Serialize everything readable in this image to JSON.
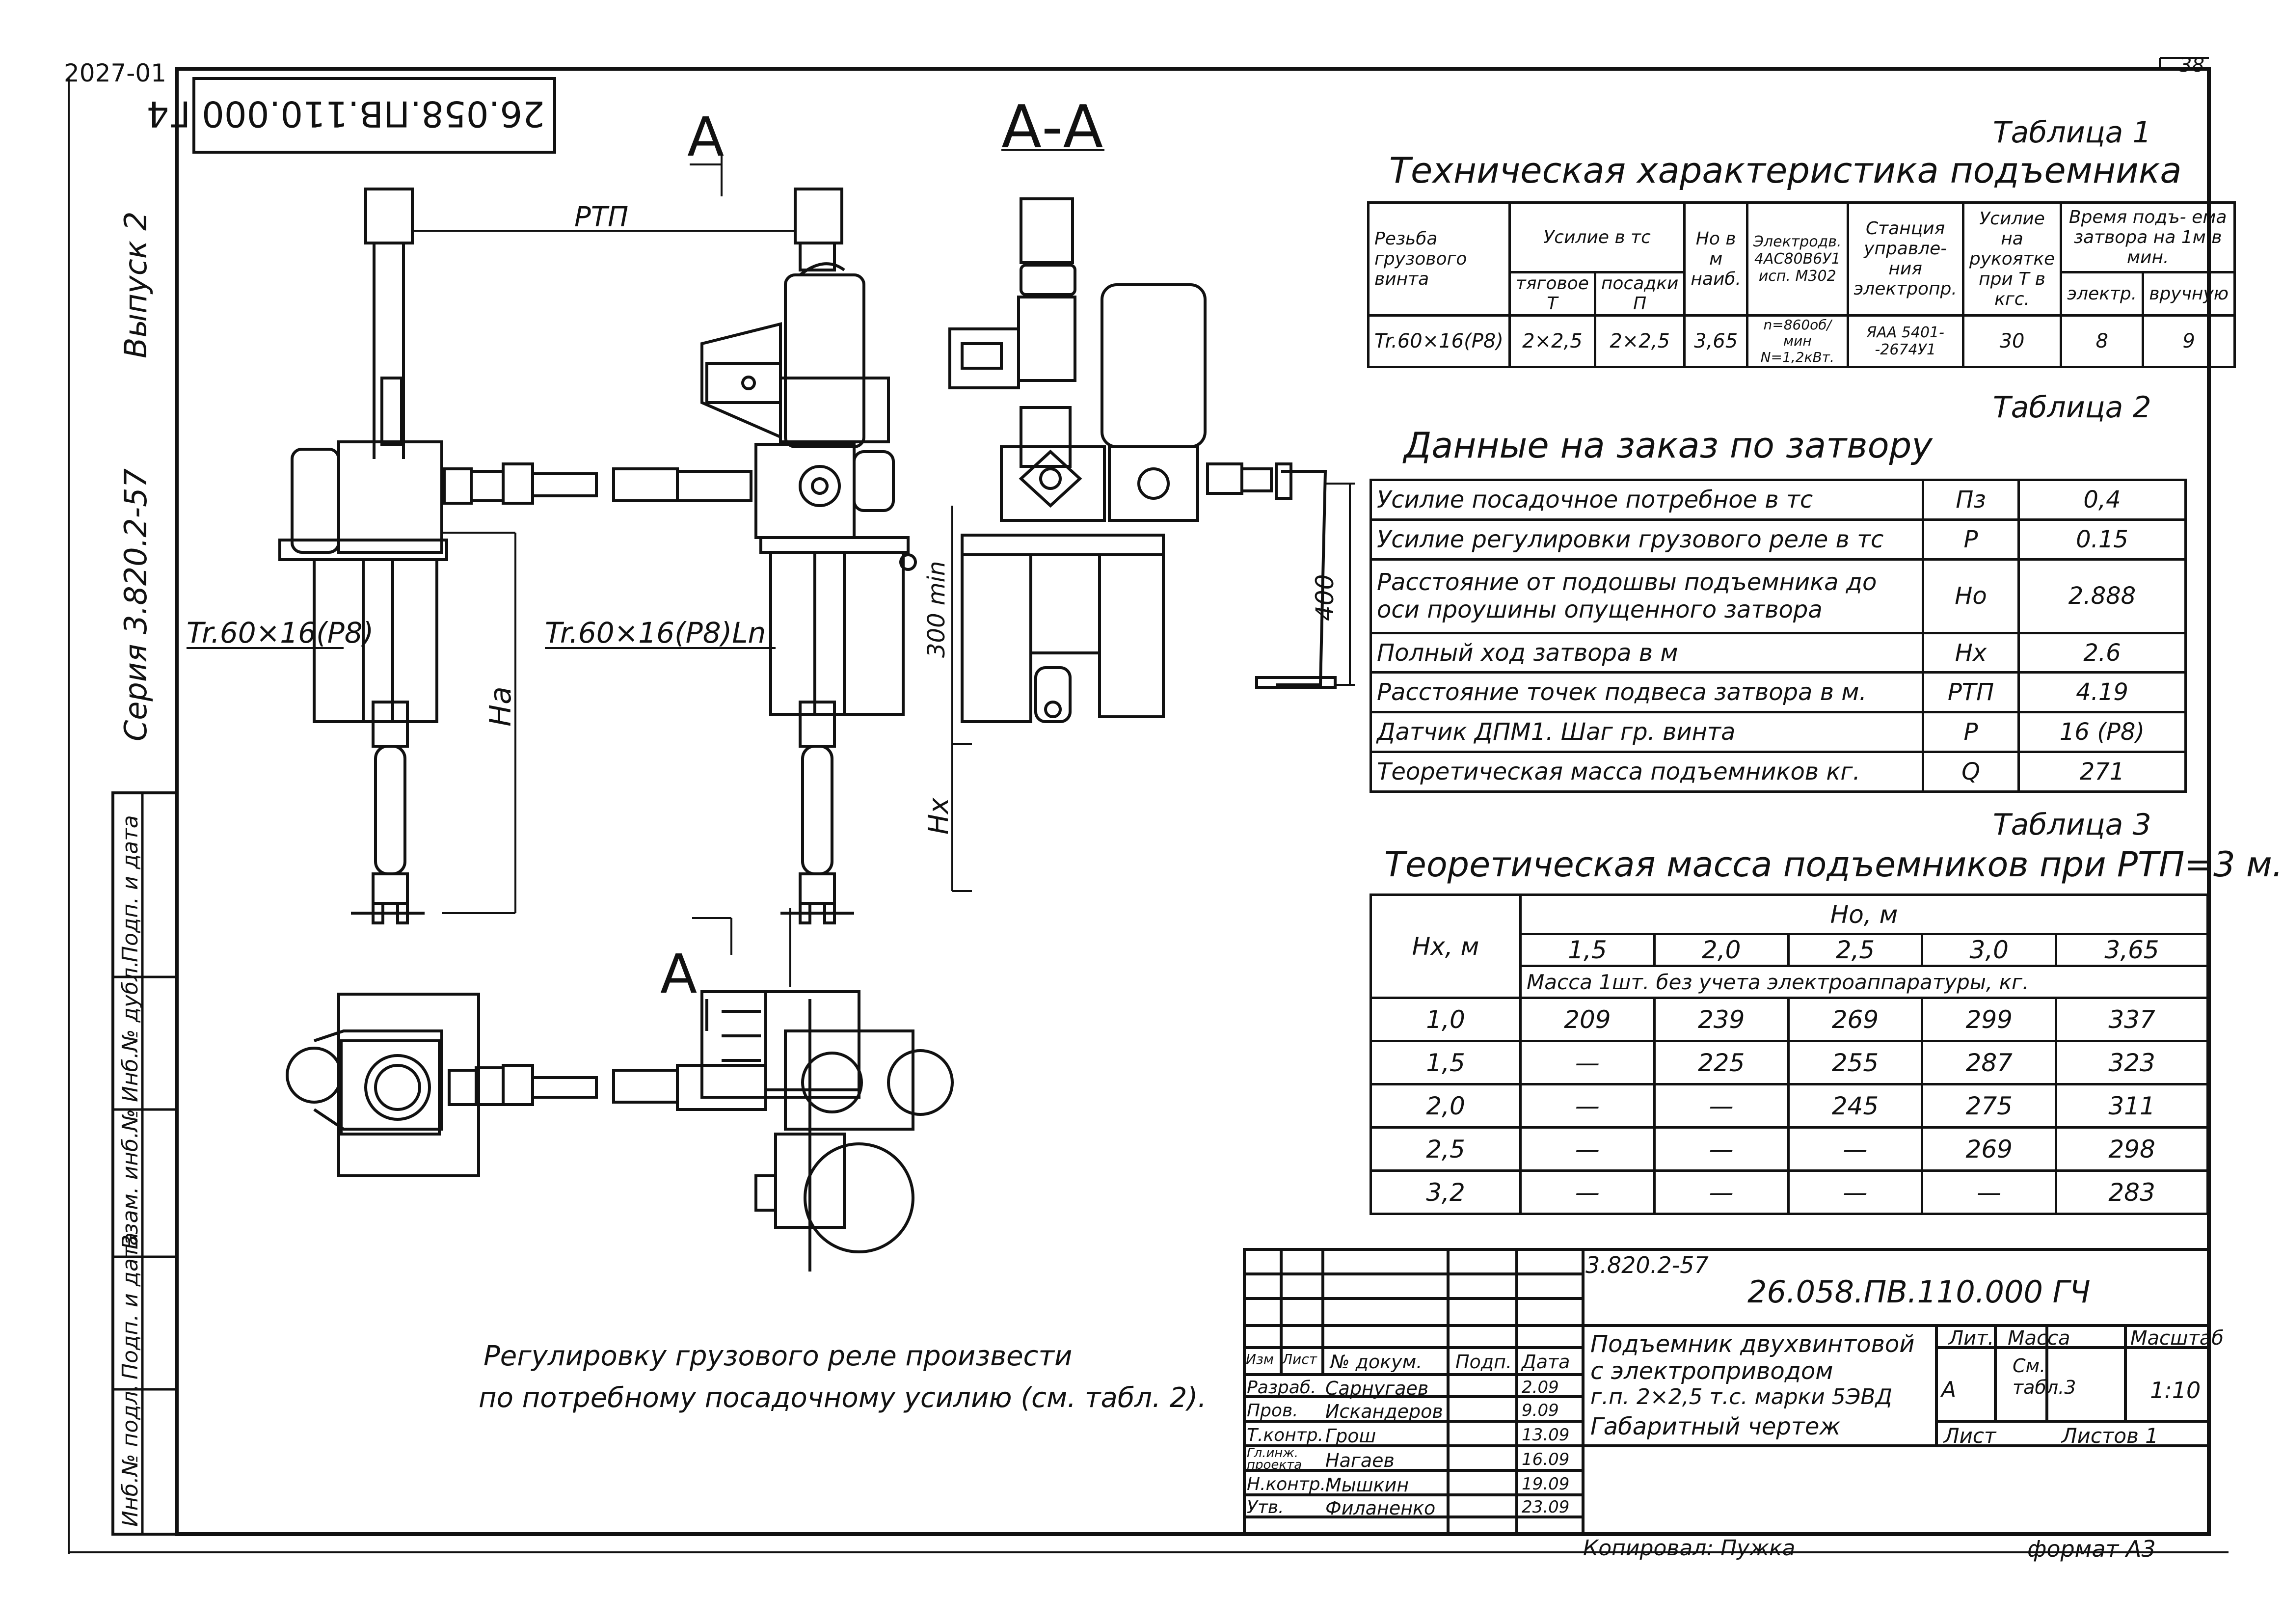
{
  "corner": {
    "top_left": "2027-01",
    "sheet_no": "38"
  },
  "stamp_rotated": "26.058.ПВ.110.000 Г4",
  "side_strip": {
    "vypusk": "Выпуск 2",
    "seriya": "Серия 3.820.2-57",
    "cells": [
      "Подп. и дата",
      "Инб.№ дубл.",
      "Взам. инб.№",
      "Подп. и дата",
      "Инб.№ подл."
    ]
  },
  "drawing": {
    "section_mark_left": "А",
    "section_mark_bottom": "А",
    "section_title": "А-А",
    "labels": {
      "rtp": "РТП",
      "tr_left": "Tr.60×16(Р8)",
      "tr_mid": "Tr.60×16(Р8)Ln",
      "ha": "Ha",
      "hx": "Hx",
      "stroke": "300 min",
      "crank": "400"
    },
    "note": [
      "Регулировку грузового реле произвести",
      "по потребному посадочному усилию (см. табл. 2)."
    ]
  },
  "table1": {
    "label": "Таблица 1",
    "title": "Техническая характеристика подъемника",
    "headers": {
      "thread": "Резьба грузового винта",
      "force": "Усилие в тс",
      "pull": "тяговое",
      "pull_sym": "Т",
      "set": "посадки",
      "set_sym": "П",
      "ho": "Ho в м наиб.",
      "motor": "Электродв. 4АС80В6У1 исп. М302",
      "station": "Станция управле- ния электропр.",
      "handle": "Усилие на рукоятке при Т в кгс.",
      "time": "Время подъ- ема затвора на 1м в мин.",
      "elec": "электр.",
      "manual": "вручную"
    },
    "row": {
      "thread": "Tr.60×16(Р8)",
      "pull": "2×2,5",
      "set": "2×2,5",
      "ho": "3,65",
      "motor": "n=860об/мин N=1,2кВт.",
      "station": "ЯАА 5401- -2674У1",
      "handle": "30",
      "elec": "8",
      "manual": "9"
    }
  },
  "table2": {
    "label": "Таблица 2",
    "title": "Данные на заказ по затвору",
    "rows": [
      {
        "name": "Усилие посадочное потребное в тс",
        "sym": "Пз",
        "val": "0,4"
      },
      {
        "name": "Усилие регулировки грузового реле в тс",
        "sym": "Р",
        "val": "0.15"
      },
      {
        "name": "Расстояние от подошвы подъемника до оси проушины опущенного затвора",
        "sym": "Ho",
        "val": "2.888"
      },
      {
        "name": "Полный ход затвора в м",
        "sym": "Hx",
        "val": "2.6"
      },
      {
        "name": "Расстояние точек подвеса затвора в м.",
        "sym": "РТП",
        "val": "4.19"
      },
      {
        "name": "Датчик ДПМ1. Шаг гр. винта",
        "sym": "Р",
        "val": "16 (Р8)"
      },
      {
        "name": "Теоретическая масса подъемников кг.",
        "sym": "Q",
        "val": "271"
      }
    ]
  },
  "table3": {
    "label": "Таблица 3",
    "title": "Теоретическая масса подъемников при РТП=3 м.",
    "hx_header": "Hx, м",
    "ho_header": "Ho, м",
    "cols": [
      "1,5",
      "2,0",
      "2,5",
      "3,0",
      "3,65"
    ],
    "subheader": "Масса 1шт. без учета электроаппаратуры, кг.",
    "rows": [
      {
        "hx": "1,0",
        "vals": [
          "209",
          "239",
          "269",
          "299",
          "337"
        ]
      },
      {
        "hx": "1,5",
        "vals": [
          "—",
          "225",
          "255",
          "287",
          "323"
        ]
      },
      {
        "hx": "2,0",
        "vals": [
          "—",
          "—",
          "245",
          "275",
          "311"
        ]
      },
      {
        "hx": "2,5",
        "vals": [
          "—",
          "—",
          "—",
          "269",
          "298"
        ]
      },
      {
        "hx": "3,2",
        "vals": [
          "—",
          "—",
          "—",
          "—",
          "283"
        ]
      }
    ]
  },
  "title_block": {
    "series": "3.820.2-57",
    "code": "26.058.ПВ.110.000 ГЧ",
    "name": [
      "Подъемник двухвинтовой",
      "с электроприводом",
      "г.п. 2×2,5 т.с. марки 5ЭВД",
      "Габаритный чертеж"
    ],
    "head": [
      "Изм",
      "Лист",
      "№ докум.",
      "Подп.",
      "Дата"
    ],
    "people": [
      {
        "role": "Разраб.",
        "name": "Сарнугаев",
        "date": "2.09"
      },
      {
        "role": "Пров.",
        "name": "Искандеров",
        "date": "9.09"
      },
      {
        "role": "Т.контр.",
        "name": "Грош",
        "date": "13.09"
      },
      {
        "role": "Гл.инж. проекта",
        "name": "Нагаев",
        "date": "16.09"
      },
      {
        "role": "Н.контр.",
        "name": "Мышкин",
        "date": "19.09"
      },
      {
        "role": "Утв.",
        "name": "Филаненко",
        "date": "23.09"
      }
    ],
    "lit_label": "Лит.",
    "lit": "А",
    "mass_label": "Масса",
    "mass": "См. табл.3",
    "scale_label": "Масштаб",
    "scale": "1:10",
    "sheet_label": "Лист",
    "sheets_label": "Листов 1"
  },
  "footer": {
    "copied": "Копировал: Пужка",
    "format": "формат А3"
  }
}
